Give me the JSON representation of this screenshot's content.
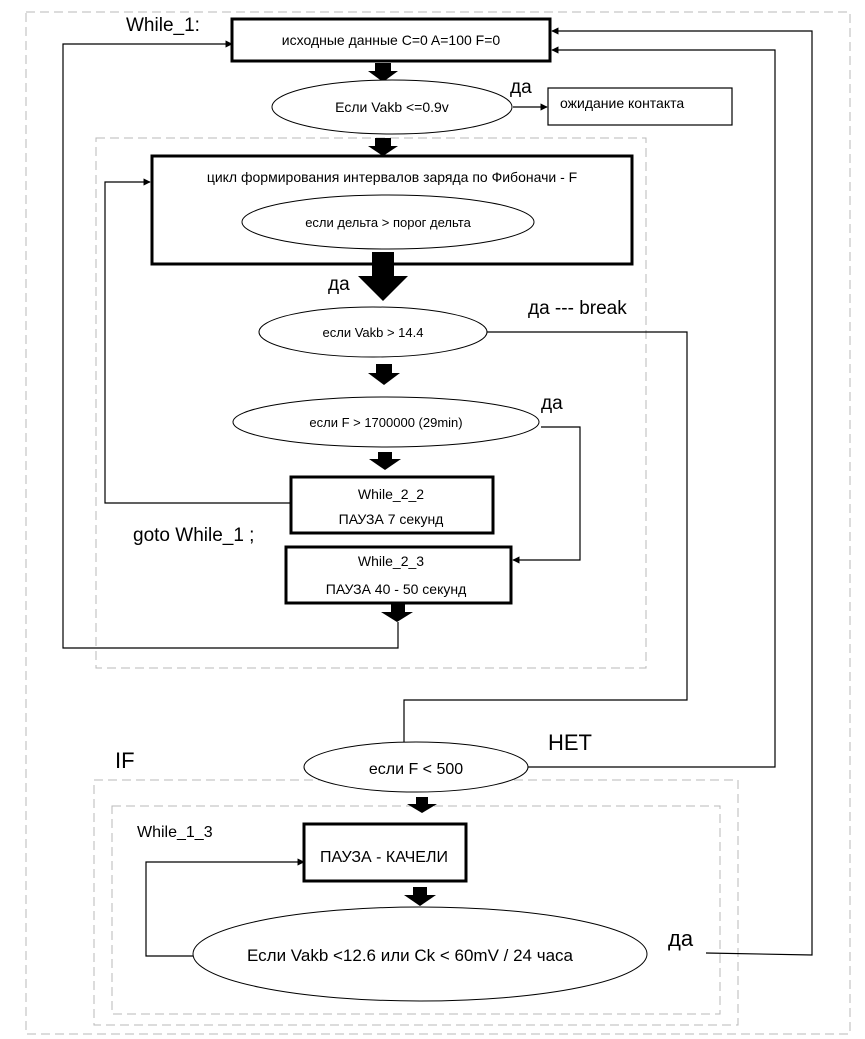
{
  "diagram": {
    "type": "flowchart",
    "colors": {
      "stroke": "#000000",
      "frame_dashed": "#b8b8b8",
      "background": "#ffffff"
    },
    "labels": {
      "while_1": "While_1:",
      "goto_while_1": "goto While_1 ;",
      "if": "IF",
      "while_1_3": "While_1_3",
      "yes_vakb_low": "да",
      "yes_break": "да ---   break",
      "yes_f_limit": "да",
      "yes_main": "да",
      "no_f500": "НЕТ",
      "yes_final": "да"
    },
    "nodes": {
      "init": "исходные данные C=0 A=100 F=0",
      "cond_vakb_low": "Если  Vakb <=0.9v",
      "wait_contact": "ожидание контакта",
      "fib_cycle": "цикл формирования интервалов заряда  по Фибоначи - F",
      "cond_delta": "если дельта > порог дельта",
      "cond_vakb_high": "если Vakb > 14.4",
      "cond_f_limit": "если F > 1700000 (29min)",
      "while_2_2_title": "While_2_2",
      "while_2_2_body": "ПАУЗА 7 секунд",
      "while_2_3_title": "While_2_3",
      "while_2_3_body": "ПАУЗА 40 - 50 секунд",
      "cond_f500": "если F <  500",
      "pause_swing": "ПАУЗА - КАЧЕЛИ",
      "cond_final": "Если Vakb <12.6  или  Ck < 60mV / 24 часа"
    }
  }
}
